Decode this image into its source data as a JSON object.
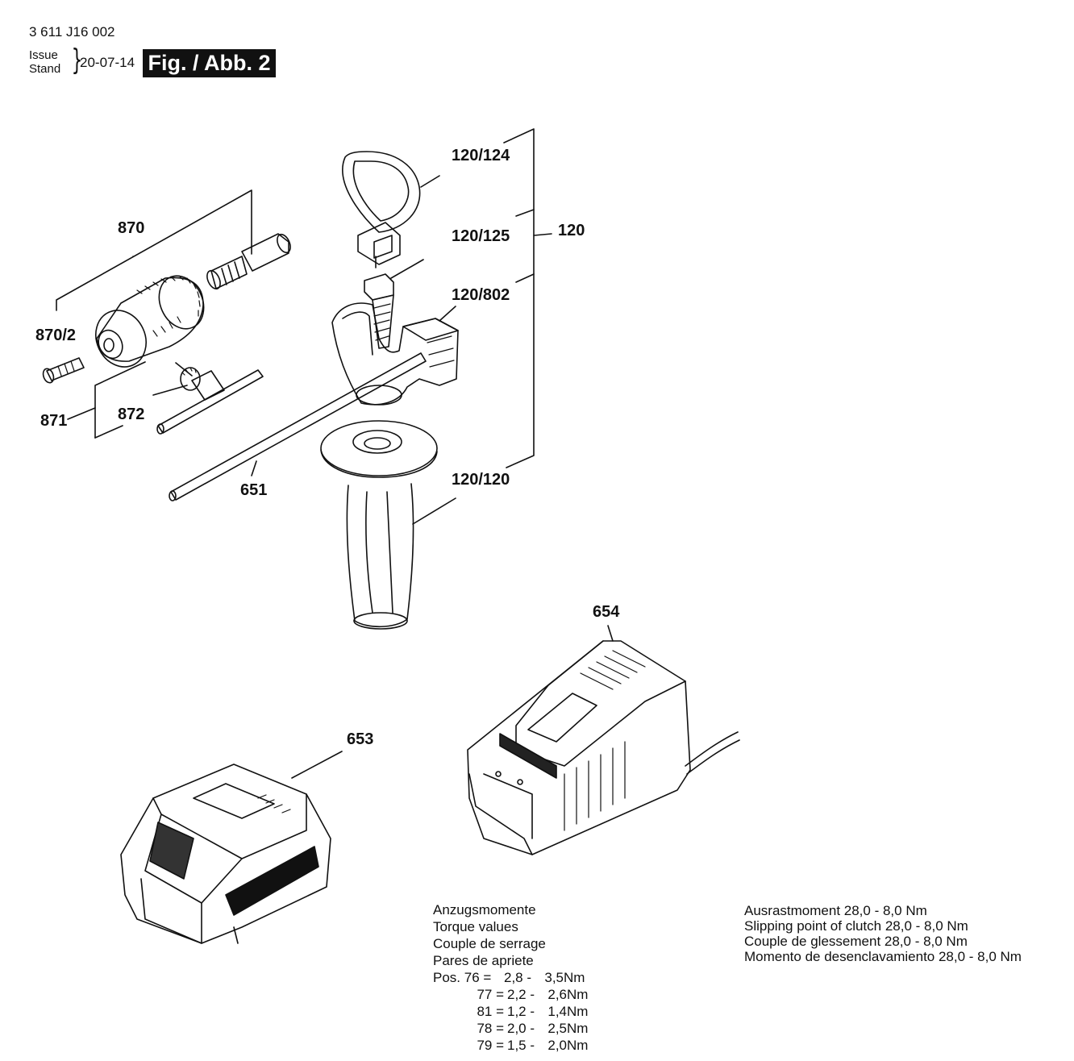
{
  "header": {
    "doc_number": "3 611 J16 002",
    "issue_label": "Issue",
    "stand_label": "Stand",
    "brace": "}",
    "date": "20-07-14",
    "figure": "Fig. / Abb. 2"
  },
  "labels": {
    "p870": "870",
    "p870_2": "870/2",
    "p871": "871",
    "p872": "872",
    "p651": "651",
    "p120": "120",
    "p120_124": "120/124",
    "p120_125": "120/125",
    "p120_802": "120/802",
    "p120_120": "120/120",
    "p654": "654",
    "p653": "653"
  },
  "torque": {
    "lines": [
      "Anzugsmomente",
      "Torque values",
      "Couple de serrage",
      "Pares de apriete"
    ],
    "rows": [
      {
        "pos": "Pos. 76 =",
        "from": "2,8 -",
        "to": "3,5",
        "unit": "Nm"
      },
      {
        "pos": "77 =",
        "from": "2,2 -",
        "to": "2,6",
        "unit": "Nm"
      },
      {
        "pos": "81 =",
        "from": "1,2 -",
        "to": "1,4",
        "unit": "Nm"
      },
      {
        "pos": "78 =",
        "from": "2,0 -",
        "to": "2,5",
        "unit": "Nm"
      },
      {
        "pos": "79 =",
        "from": "1,5 -",
        "to": "2,0",
        "unit": "Nm"
      }
    ]
  },
  "slipping": {
    "lines": [
      "Ausrastmoment  28,0 - 8,0 Nm",
      "Slipping point of clutch  28,0 - 8,0 Nm",
      "Couple de glessement  28,0 - 8,0 Nm",
      "Momento de desenclavamiento  28,0 - 8,0 Nm"
    ]
  }
}
